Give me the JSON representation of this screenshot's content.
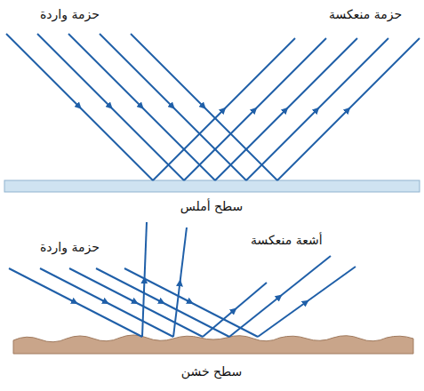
{
  "diagram": {
    "labels": [
      "حزمة واردة",
      "حزمة منعكسة",
      "سطح أملس",
      "حزمة واردة",
      "أشعة منعكسة",
      "سطح خشن"
    ]
  }
}
